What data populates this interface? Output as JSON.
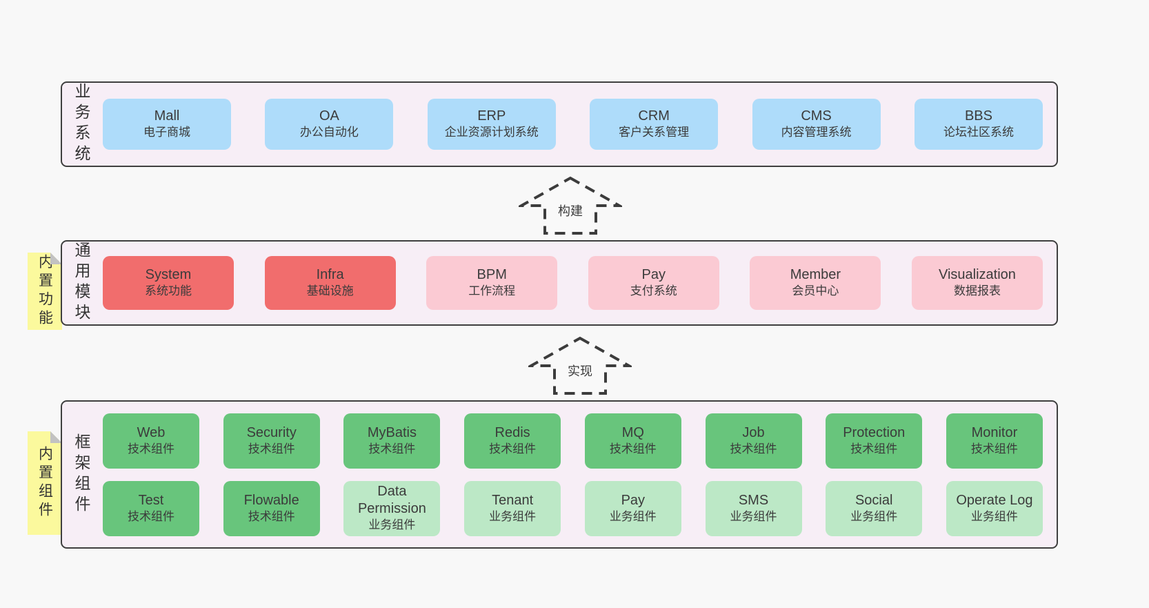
{
  "palette": {
    "page_bg": "#f8f8f8",
    "band_bg": "#f7eef6",
    "band_border": "#3f3f3f",
    "box_blue": "#aedcfa",
    "box_red": "#f16d6d",
    "box_pink": "#fbcad3",
    "box_green": "#68c57c",
    "box_light_green": "#bce8c6",
    "sticky_yellow": "#fbf99d",
    "sticky_fold_gray": "#c2c2c2",
    "text": "#3b3b3b"
  },
  "arrows": [
    {
      "label": "构建"
    },
    {
      "label": "实现"
    }
  ],
  "band1": {
    "title": "业务系统",
    "boxes": [
      {
        "name": "Mall",
        "subtitle": "电子商城",
        "variant": "blue"
      },
      {
        "name": "OA",
        "subtitle": "办公自动化",
        "variant": "blue"
      },
      {
        "name": "ERP",
        "subtitle": "企业资源计划系统",
        "variant": "blue"
      },
      {
        "name": "CRM",
        "subtitle": "客户关系管理",
        "variant": "blue"
      },
      {
        "name": "CMS",
        "subtitle": "内容管理系统",
        "variant": "blue"
      },
      {
        "name": "BBS",
        "subtitle": "论坛社区系统",
        "variant": "blue"
      }
    ]
  },
  "band2": {
    "title": "通用模块",
    "sticky": "内置功能",
    "boxes": [
      {
        "name": "System",
        "subtitle": "系统功能",
        "variant": "red"
      },
      {
        "name": "Infra",
        "subtitle": "基础设施",
        "variant": "red"
      },
      {
        "name": "BPM",
        "subtitle": "工作流程",
        "variant": "pink"
      },
      {
        "name": "Pay",
        "subtitle": "支付系统",
        "variant": "pink"
      },
      {
        "name": "Member",
        "subtitle": "会员中心",
        "variant": "pink"
      },
      {
        "name": "Visualization",
        "subtitle": "数据报表",
        "variant": "pink"
      }
    ]
  },
  "band3": {
    "title": "框架组件",
    "sticky": "内置组件",
    "row1": [
      {
        "name": "Web",
        "subtitle": "技术组件",
        "variant": "green"
      },
      {
        "name": "Security",
        "subtitle": "技术组件",
        "variant": "green"
      },
      {
        "name": "MyBatis",
        "subtitle": "技术组件",
        "variant": "green"
      },
      {
        "name": "Redis",
        "subtitle": "技术组件",
        "variant": "green"
      },
      {
        "name": "MQ",
        "subtitle": "技术组件",
        "variant": "green"
      },
      {
        "name": "Job",
        "subtitle": "技术组件",
        "variant": "green"
      },
      {
        "name": "Protection",
        "subtitle": "技术组件",
        "variant": "green"
      },
      {
        "name": "Monitor",
        "subtitle": "技术组件",
        "variant": "green"
      }
    ],
    "row2": [
      {
        "name": "Test",
        "subtitle": "技术组件",
        "variant": "green"
      },
      {
        "name": "Flowable",
        "subtitle": "技术组件",
        "variant": "green"
      },
      {
        "name": "Data Permission",
        "subtitle": "业务组件",
        "variant": "lightgreen"
      },
      {
        "name": "Tenant",
        "subtitle": "业务组件",
        "variant": "lightgreen"
      },
      {
        "name": "Pay",
        "subtitle": "业务组件",
        "variant": "lightgreen"
      },
      {
        "name": "SMS",
        "subtitle": "业务组件",
        "variant": "lightgreen"
      },
      {
        "name": "Social",
        "subtitle": "业务组件",
        "variant": "lightgreen"
      },
      {
        "name": "Operate Log",
        "subtitle": "业务组件",
        "variant": "lightgreen"
      }
    ]
  }
}
